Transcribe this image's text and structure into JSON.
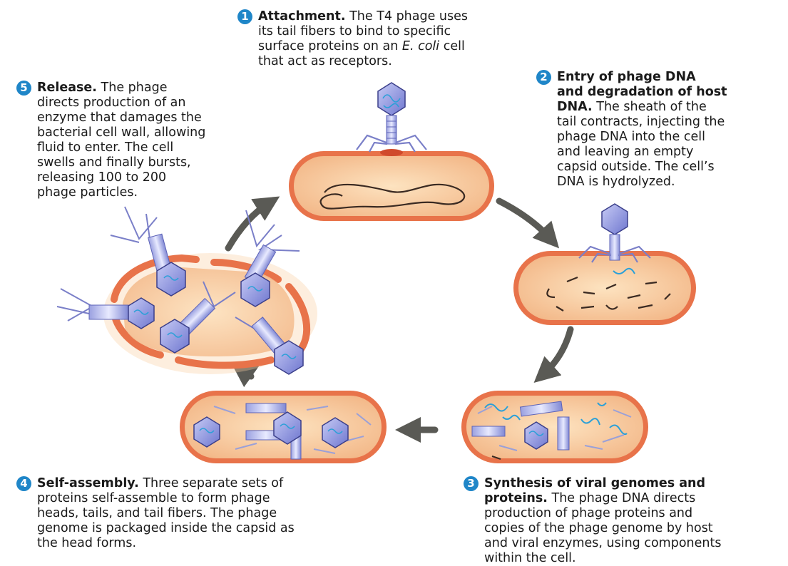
{
  "steps": [
    {
      "n": "1",
      "title": "Attachment.",
      "text_a": "The T4 phage uses",
      "text_b": "its tail fibers to bind to specific",
      "text_c": "surface proteins on an",
      "text_c_em": "E. coli",
      "text_c_end": "cell",
      "text_d": "that act as receptors."
    },
    {
      "n": "2",
      "title_a": "Entry of phage DNA",
      "title_b": "and degradation of host",
      "title_c": "DNA.",
      "text_c": "The sheath of the",
      "lines": [
        "tail contracts, injecting the",
        "phage DNA into the cell",
        "and leaving an empty",
        "capsid outside. The cell’s",
        "DNA is hydrolyzed."
      ]
    },
    {
      "n": "3",
      "title_a": "Synthesis of viral genomes and",
      "title_b": "proteins.",
      "text_b": "The phage DNA directs",
      "lines": [
        "production of phage proteins and",
        "copies of the phage genome by host",
        "and viral enzymes, using components",
        "within the cell."
      ]
    },
    {
      "n": "4",
      "title": "Self-assembly.",
      "text_a": "Three separate sets of",
      "lines": [
        "proteins self-assemble to form phage",
        "heads, tails, and tail fibers. The phage",
        "genome is packaged inside the capsid as",
        "the head forms."
      ]
    },
    {
      "n": "5",
      "title": "Release.",
      "text_a": "The phage",
      "lines": [
        "directs production of an",
        "enzyme that damages the",
        "bacterial cell wall, allowing",
        "fluid to enter. The cell",
        "swells and finally bursts,",
        "releasing 100 to 200",
        "phage particles."
      ]
    }
  ],
  "colors": {
    "badge": "#1f86c8",
    "cell_wall": "#e8734a",
    "cytoplasm": "#f8cfa0",
    "dna_host": "#3a2a22",
    "dna_viral": "#2aa0d8",
    "phage_head": "#8f95e0",
    "arrow": "#5a5a55"
  }
}
